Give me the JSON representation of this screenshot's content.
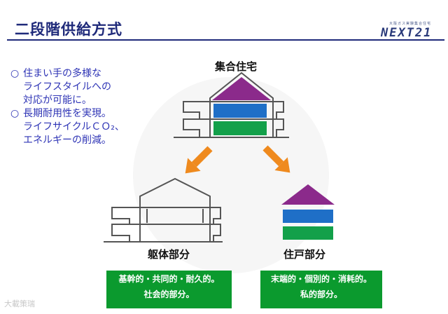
{
  "header": {
    "title": "二段階供給方式",
    "logo_text": "NEXT21",
    "logo_small": "大阪ガス実験集合住宅"
  },
  "bullets": [
    {
      "marker": "○",
      "lines": [
        "住まい手の多様な",
        "ライフスタイルへの",
        "対応が可能に。"
      ]
    },
    {
      "marker": "○",
      "lines": [
        "長期耐用性を実現。",
        "ライフサイクルＣＯ₂、",
        "エネルギーの削減。"
      ]
    }
  ],
  "diagram": {
    "top_label": "集合住宅",
    "left_label": "躯体部分",
    "right_label": "住戸部分"
  },
  "boxes": {
    "left": {
      "line1": "基幹的・共同的・耐久的。",
      "line2": "社会的部分。"
    },
    "right": {
      "line1": "末端的・個別的・消耗的。",
      "line2": "私的部分。"
    }
  },
  "colors": {
    "title": "#1f2a7a",
    "bullet_text": "#2d33b5",
    "purple": "#8b2a8b",
    "blue": "#1f6fc7",
    "green": "#13a04a",
    "arrow": "#ef8a1e",
    "box_green": "#0b9a2e"
  },
  "watermark": "大載策瑞"
}
